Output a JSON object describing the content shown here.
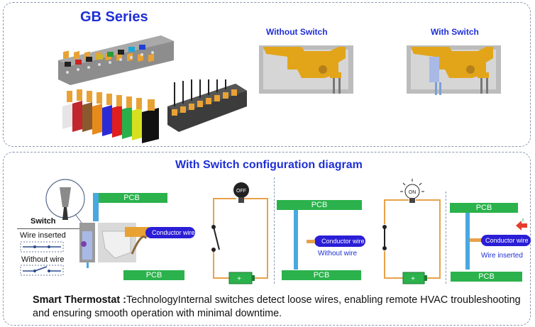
{
  "top": {
    "title": "GB Series",
    "without_switch": "Without Switch",
    "with_switch": "With Switch"
  },
  "bottom": {
    "title": "With Switch configuration diagram",
    "switch_legend": {
      "title": "Switch",
      "wire_inserted": "Wire inserted",
      "without_wire": "Without wire"
    },
    "pcb": "PCB",
    "conductor_wire": "Conductor wire",
    "bulb_off": "OFF",
    "bulb_on": "ON",
    "battery_plus": "+",
    "without_wire_caption": "Without wire",
    "wire_inserted_caption": "Wire inserted",
    "description_heading": "Smart Thermostat :",
    "description_body": "TechnologyInternal switches detect loose wires, enabling remote HVAC troubleshooting and ensuring smooth operation with minimal downtime."
  },
  "colors": {
    "accent_blue": "#1f2fd6",
    "pcb_green": "#2bb24c",
    "circuit_orange": "#e8a24a",
    "terminal_orange": "#e8a234",
    "wire_blue": "#4aa8e0",
    "conductor_purple": "#2b1ed6",
    "arrow_red": "#e53c2e"
  }
}
